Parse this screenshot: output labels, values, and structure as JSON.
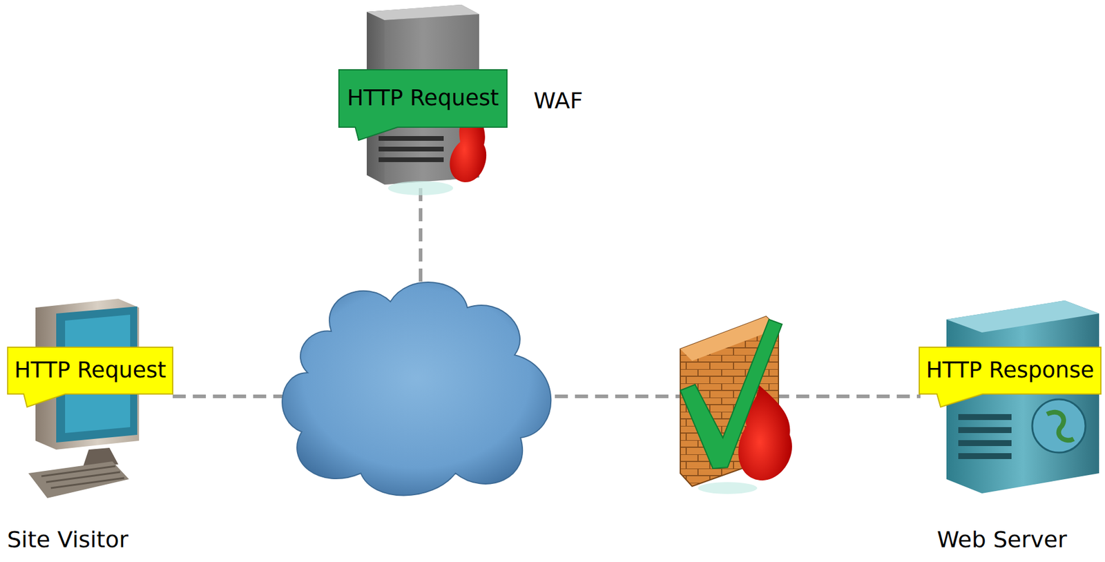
{
  "diagram": {
    "nodes": [
      {
        "text": [
          "HTTP Request"
        ]
      },
      {
        "text": [
          "HTTP Request"
        ]
      },
      {
        "text": [
          "HTTP Response"
        ]
      }
    ],
    "labels": [
      "WAF",
      "Site Visitor",
      "Web Server"
    ]
  }
}
